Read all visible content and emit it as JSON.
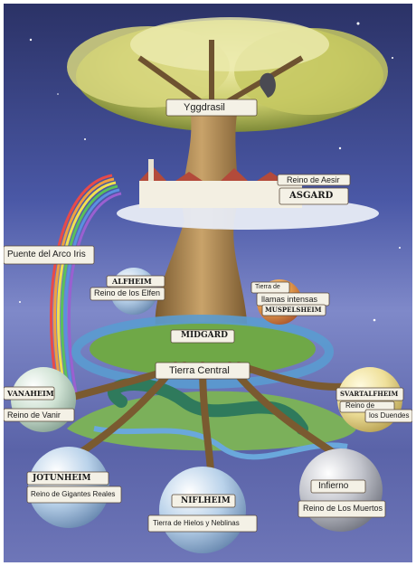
{
  "labels": {
    "yggdrasil": "Yggdrasil",
    "reino_aesir": "Reino de Aesir",
    "asgard": "ASGARD",
    "puente": "Puente del Arco Iris",
    "alfheim": "ALFHEIM",
    "reino_elfen": "Reino de los Elfen",
    "tierra_de": "Tierra de",
    "llamas": "llamas intensas",
    "muspelsheim": "MUSPELSHEIM",
    "midgard": "MIDGARD",
    "tierra_central": "Tierra Central",
    "vanaheim": "VANAHEIM",
    "reino_vanir": "Reino de Vanir",
    "svartalfheim": "SVARTALFHEIM",
    "reino_de": "Reino de",
    "los_duendes": "los Duendes",
    "jotunheim": "JOTUNHEIM",
    "reino_gigantes": "Reino de Gigantes Reales",
    "niflheim": "NIFLHEIM",
    "hielos": "Tierra de Hielos y Neblinas",
    "infierno": "Infierno",
    "reino_muertos": "Reino de Los Muertos"
  },
  "colors": {
    "sky_top": "#2a3570",
    "sky_mid": "#4a5aa8",
    "sky_light": "#8e96cf",
    "foliage": "#b8c25a",
    "foliage_light": "#e4e59a",
    "trunk": "#b08a4e",
    "trunk_dark": "#6e5230",
    "water": "#5a9bd0",
    "grass": "#6fa847",
    "serpent": "#3f8a6a",
    "banner": "#f4f1e6",
    "orb_fire": "#d9833e",
    "orb_grey": "#9aa0a8"
  }
}
